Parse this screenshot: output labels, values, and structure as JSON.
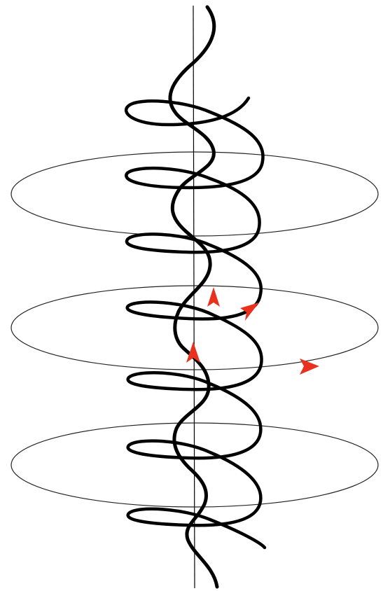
{
  "diagram": {
    "colors": {
      "line": "#000000",
      "arrow": "#e8321e",
      "background": "#ffffff"
    },
    "components": [
      "vertical-axis",
      "horizontal-ellipse-rings",
      "inner-wavy-strand",
      "outer-helical-coil",
      "direction-arrows"
    ]
  }
}
